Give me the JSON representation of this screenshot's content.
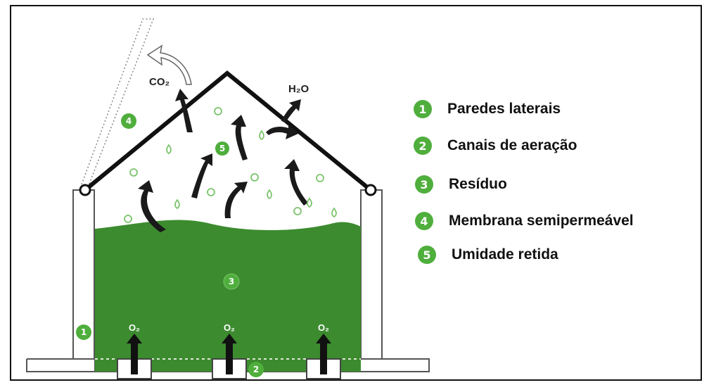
{
  "colors": {
    "waste_green": "#3c8b2f",
    "badge_green": "#4fae3c",
    "roof_black": "#111111",
    "arrow_black": "#1a1a1a",
    "bubble_green": "#7ac46b"
  },
  "gases": {
    "co2": "CO₂",
    "h2o": "H₂O",
    "o2": "O₂"
  },
  "markers": {
    "walls": "1",
    "channels": "2",
    "waste": "3",
    "membrane": "4",
    "moisture": "5"
  },
  "legend": [
    {
      "number": "1",
      "label": "Paredes laterais"
    },
    {
      "number": "2",
      "label": "Canais de aeração"
    },
    {
      "number": "3",
      "label": "Resíduo"
    },
    {
      "number": "4",
      "label": "Membrana semipermeável"
    },
    {
      "number": "5",
      "label": "Umidade retida"
    }
  ]
}
